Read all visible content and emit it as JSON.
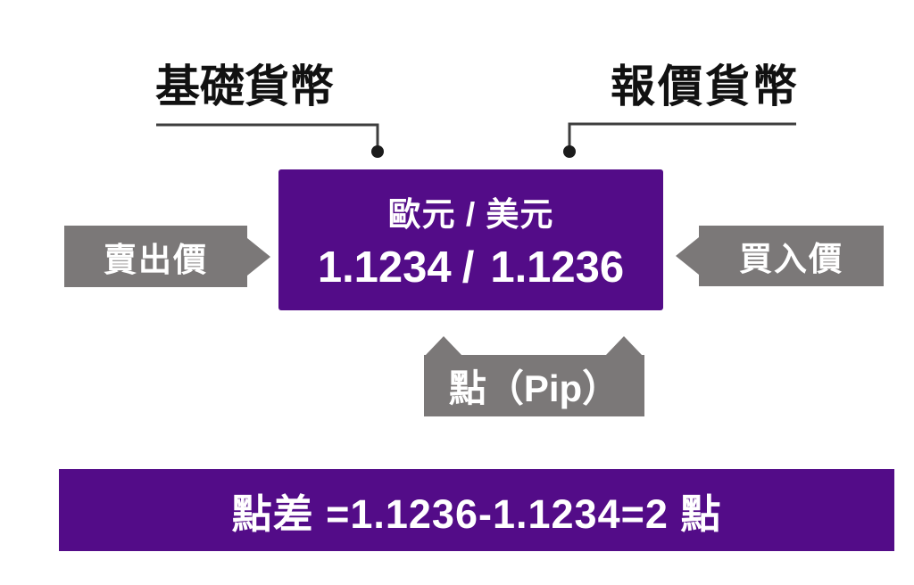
{
  "labels": {
    "base_currency": "基礎貨幣",
    "quote_currency": "報價貨幣"
  },
  "quote_box": {
    "pair": "歐元 / 美元",
    "bid": "1.1234",
    "separator": "/",
    "ask": "1.1236"
  },
  "side_tags": {
    "sell": "賣出價",
    "buy": "買入價"
  },
  "pip_tag": {
    "label": "點（Pip）"
  },
  "spread_bar": {
    "formula": "點差 =1.1236-1.1234=2 點"
  },
  "colors": {
    "purple": "#530c88",
    "gray": "#7b7878",
    "line": "#3e3e3e",
    "dot": "#1b1b1b",
    "text": "#111111",
    "white": "#ffffff"
  }
}
